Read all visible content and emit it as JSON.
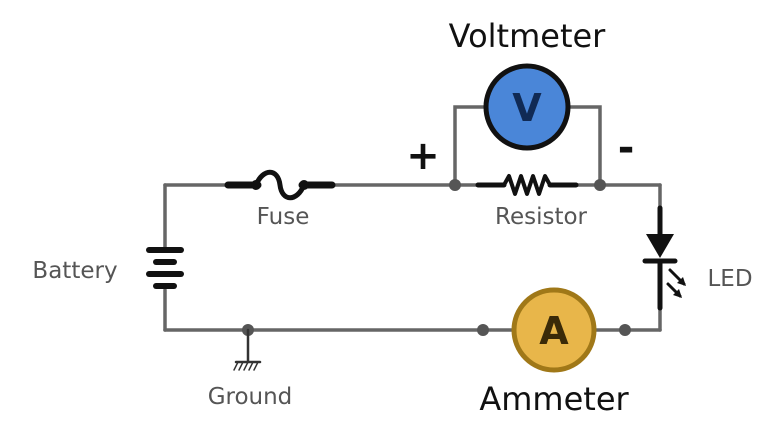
{
  "components": {
    "voltmeter": {
      "label": "Voltmeter",
      "symbol": "V",
      "fill": "#4a86d8",
      "stroke": "#111111",
      "symbol_color": "#102a55"
    },
    "ammeter": {
      "label": "Ammeter",
      "symbol": "A",
      "fill": "#e8b64a",
      "stroke": "#a07818",
      "symbol_color": "#3a2a08"
    },
    "fuse": {
      "label": "Fuse"
    },
    "resistor": {
      "label": "Resistor"
    },
    "battery": {
      "label": "Battery"
    },
    "led": {
      "label": "LED"
    },
    "ground": {
      "label": "Ground"
    }
  },
  "polarity": {
    "plus": "+",
    "minus": "-"
  },
  "colors": {
    "wire": "#666666",
    "component": "#111111",
    "label": "#555555",
    "title": "#111111"
  }
}
